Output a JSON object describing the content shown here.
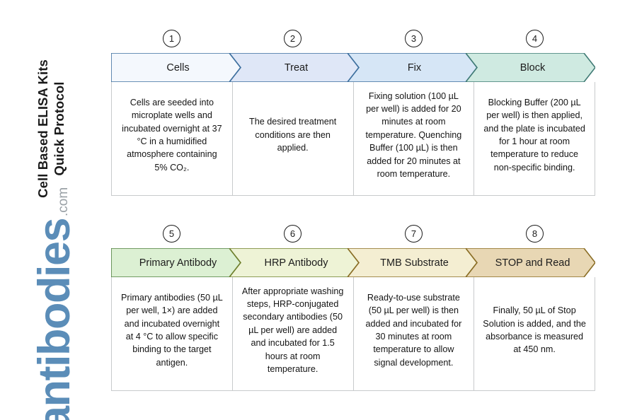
{
  "title": {
    "line1": "Cell Based ELISA Kits",
    "line2": "Quick Protocol"
  },
  "logo": {
    "name": "antibodies",
    "suffix": ".com",
    "color": "#5b8db8",
    "suffix_color": "#9aa1a6"
  },
  "colors": {
    "border_blue": "#3d6f9e",
    "border_green": "#4f7f3f",
    "border_olive": "#8a6d25",
    "border_teal": "#3f7a74",
    "grid_gray": "#c8cacc",
    "text": "#1c1c1c"
  },
  "steps": [
    {
      "number": "1",
      "label": "Cells",
      "fill": "#f4f8fd",
      "stroke": "#3d6f9e",
      "text": "Cells are seeded into microplate wells and incubated overnight at 37 °C in a humidified atmosphere containing 5% CO₂."
    },
    {
      "number": "2",
      "label": "Treat",
      "fill": "#dfe7f7",
      "stroke": "#3d6f9e",
      "text": "The desired treatment conditions are then applied."
    },
    {
      "number": "3",
      "label": "Fix",
      "fill": "#d6e6f6",
      "stroke": "#3d6f9e",
      "text": "Fixing solution (100 µL per well) is added for 20 minutes at room temperature. Quenching Buffer (100 µL) is then added for 20 minutes at room temperature."
    },
    {
      "number": "4",
      "label": "Block",
      "fill": "#cfeae1",
      "stroke": "#3f7a74",
      "text": "Blocking Buffer (200 µL per well) is then applied, and the plate is incubated for 1 hour at room temperature to reduce non-specific binding."
    },
    {
      "number": "5",
      "label": "Primary Antibody",
      "fill": "#dcf0d3",
      "stroke": "#4f7f3f",
      "text": "Primary antibodies (50 µL per well, 1×) are added and incubated overnight at 4 °C to allow specific binding to the target antigen."
    },
    {
      "number": "6",
      "label": "HRP Antibody",
      "fill": "#eef3d6",
      "stroke": "#6f7f2c",
      "text": "After appropriate washing steps, HRP-conjugated secondary antibodies (50 µL per well) are added and incubated for 1.5 hours at room temperature."
    },
    {
      "number": "7",
      "label": "TMB Substrate",
      "fill": "#f4eed2",
      "stroke": "#8a6d25",
      "text": "Ready-to-use substrate (50 µL per well) is then added and incubated for 30 minutes at room temperature to allow signal development."
    },
    {
      "number": "8",
      "label": "STOP and Read",
      "fill": "#e8d7b4",
      "stroke": "#8a6d25",
      "text": "Finally, 50 µL of Stop Solution is added, and the absorbance is measured at 450 nm."
    }
  ]
}
